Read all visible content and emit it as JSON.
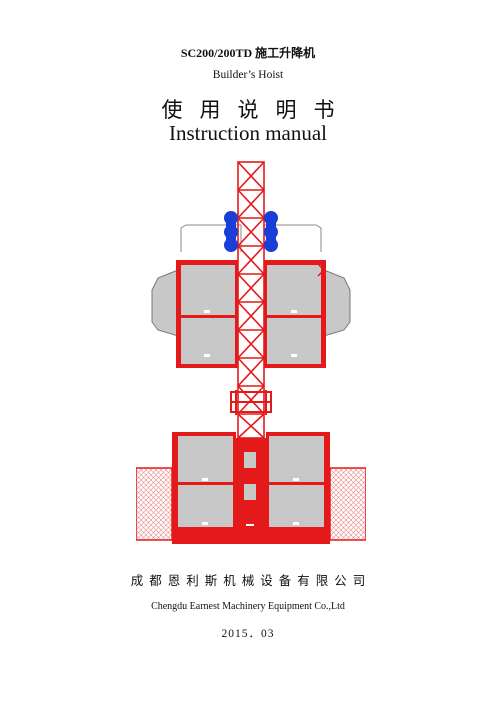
{
  "document": {
    "model_line": "SC200/200TD 施工升降机",
    "subtitle": "Builder’s Hoist",
    "title_cn": "使用说明书",
    "title_en": "Instruction manual",
    "company_cn": "成都恩利斯机械设备有限公司",
    "company_en": "Chengdu Earnest Machinery Equipment Co.,Ltd",
    "date": "2015．03"
  },
  "colors": {
    "structure_red": "#e41a1a",
    "cabin_gray": "#c8c8c8",
    "motor_blue": "#1a3fd6",
    "outline_gray": "#8a8a8a"
  }
}
